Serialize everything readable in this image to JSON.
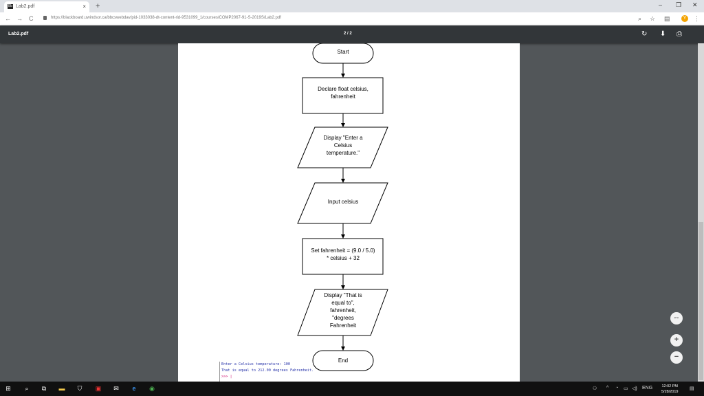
{
  "browser": {
    "tab_title": "Lab2.pdf",
    "tab_favicon": "Bb",
    "url": "https://blackboard.uwindsor.ca/bbcswebdav/pid-1033038-dt-content-rid-9531099_1/courses/COMP2067-91-S-2019S/Lab2.pdf",
    "avatar_letter": "Y",
    "new_tab": "+",
    "minimize": "–",
    "maximize": "❐",
    "close": "✕",
    "back": "←",
    "forward": "→",
    "reload": "C"
  },
  "pdf_toolbar": {
    "title": "Lab2.pdf",
    "page_indicator": "2 / 2"
  },
  "flowchart": {
    "start": "Start",
    "declare": [
      "Declare float celsius,",
      "fahrenheit"
    ],
    "display1": [
      "Display \"Enter a",
      "Celsius",
      "temperature.\""
    ],
    "input": [
      "Input celsius"
    ],
    "set": [
      "Set fahrenheit = (9.0 / 5.0)",
      "* celsius + 32"
    ],
    "display2": [
      "Display \"That is",
      "equal to\",",
      "fahrenheit,",
      "\"degrees",
      "Fahrenheit"
    ],
    "end": "End"
  },
  "terminal": {
    "line1": "Enter a Celsius temperature: 100",
    "line2": "That is equal to 212.00 degrees Fahrenheit.",
    "prompt": ">>> |"
  },
  "taskbar": {
    "time": "12:02 PM",
    "date": "5/28/2019",
    "lang": "ENG"
  }
}
